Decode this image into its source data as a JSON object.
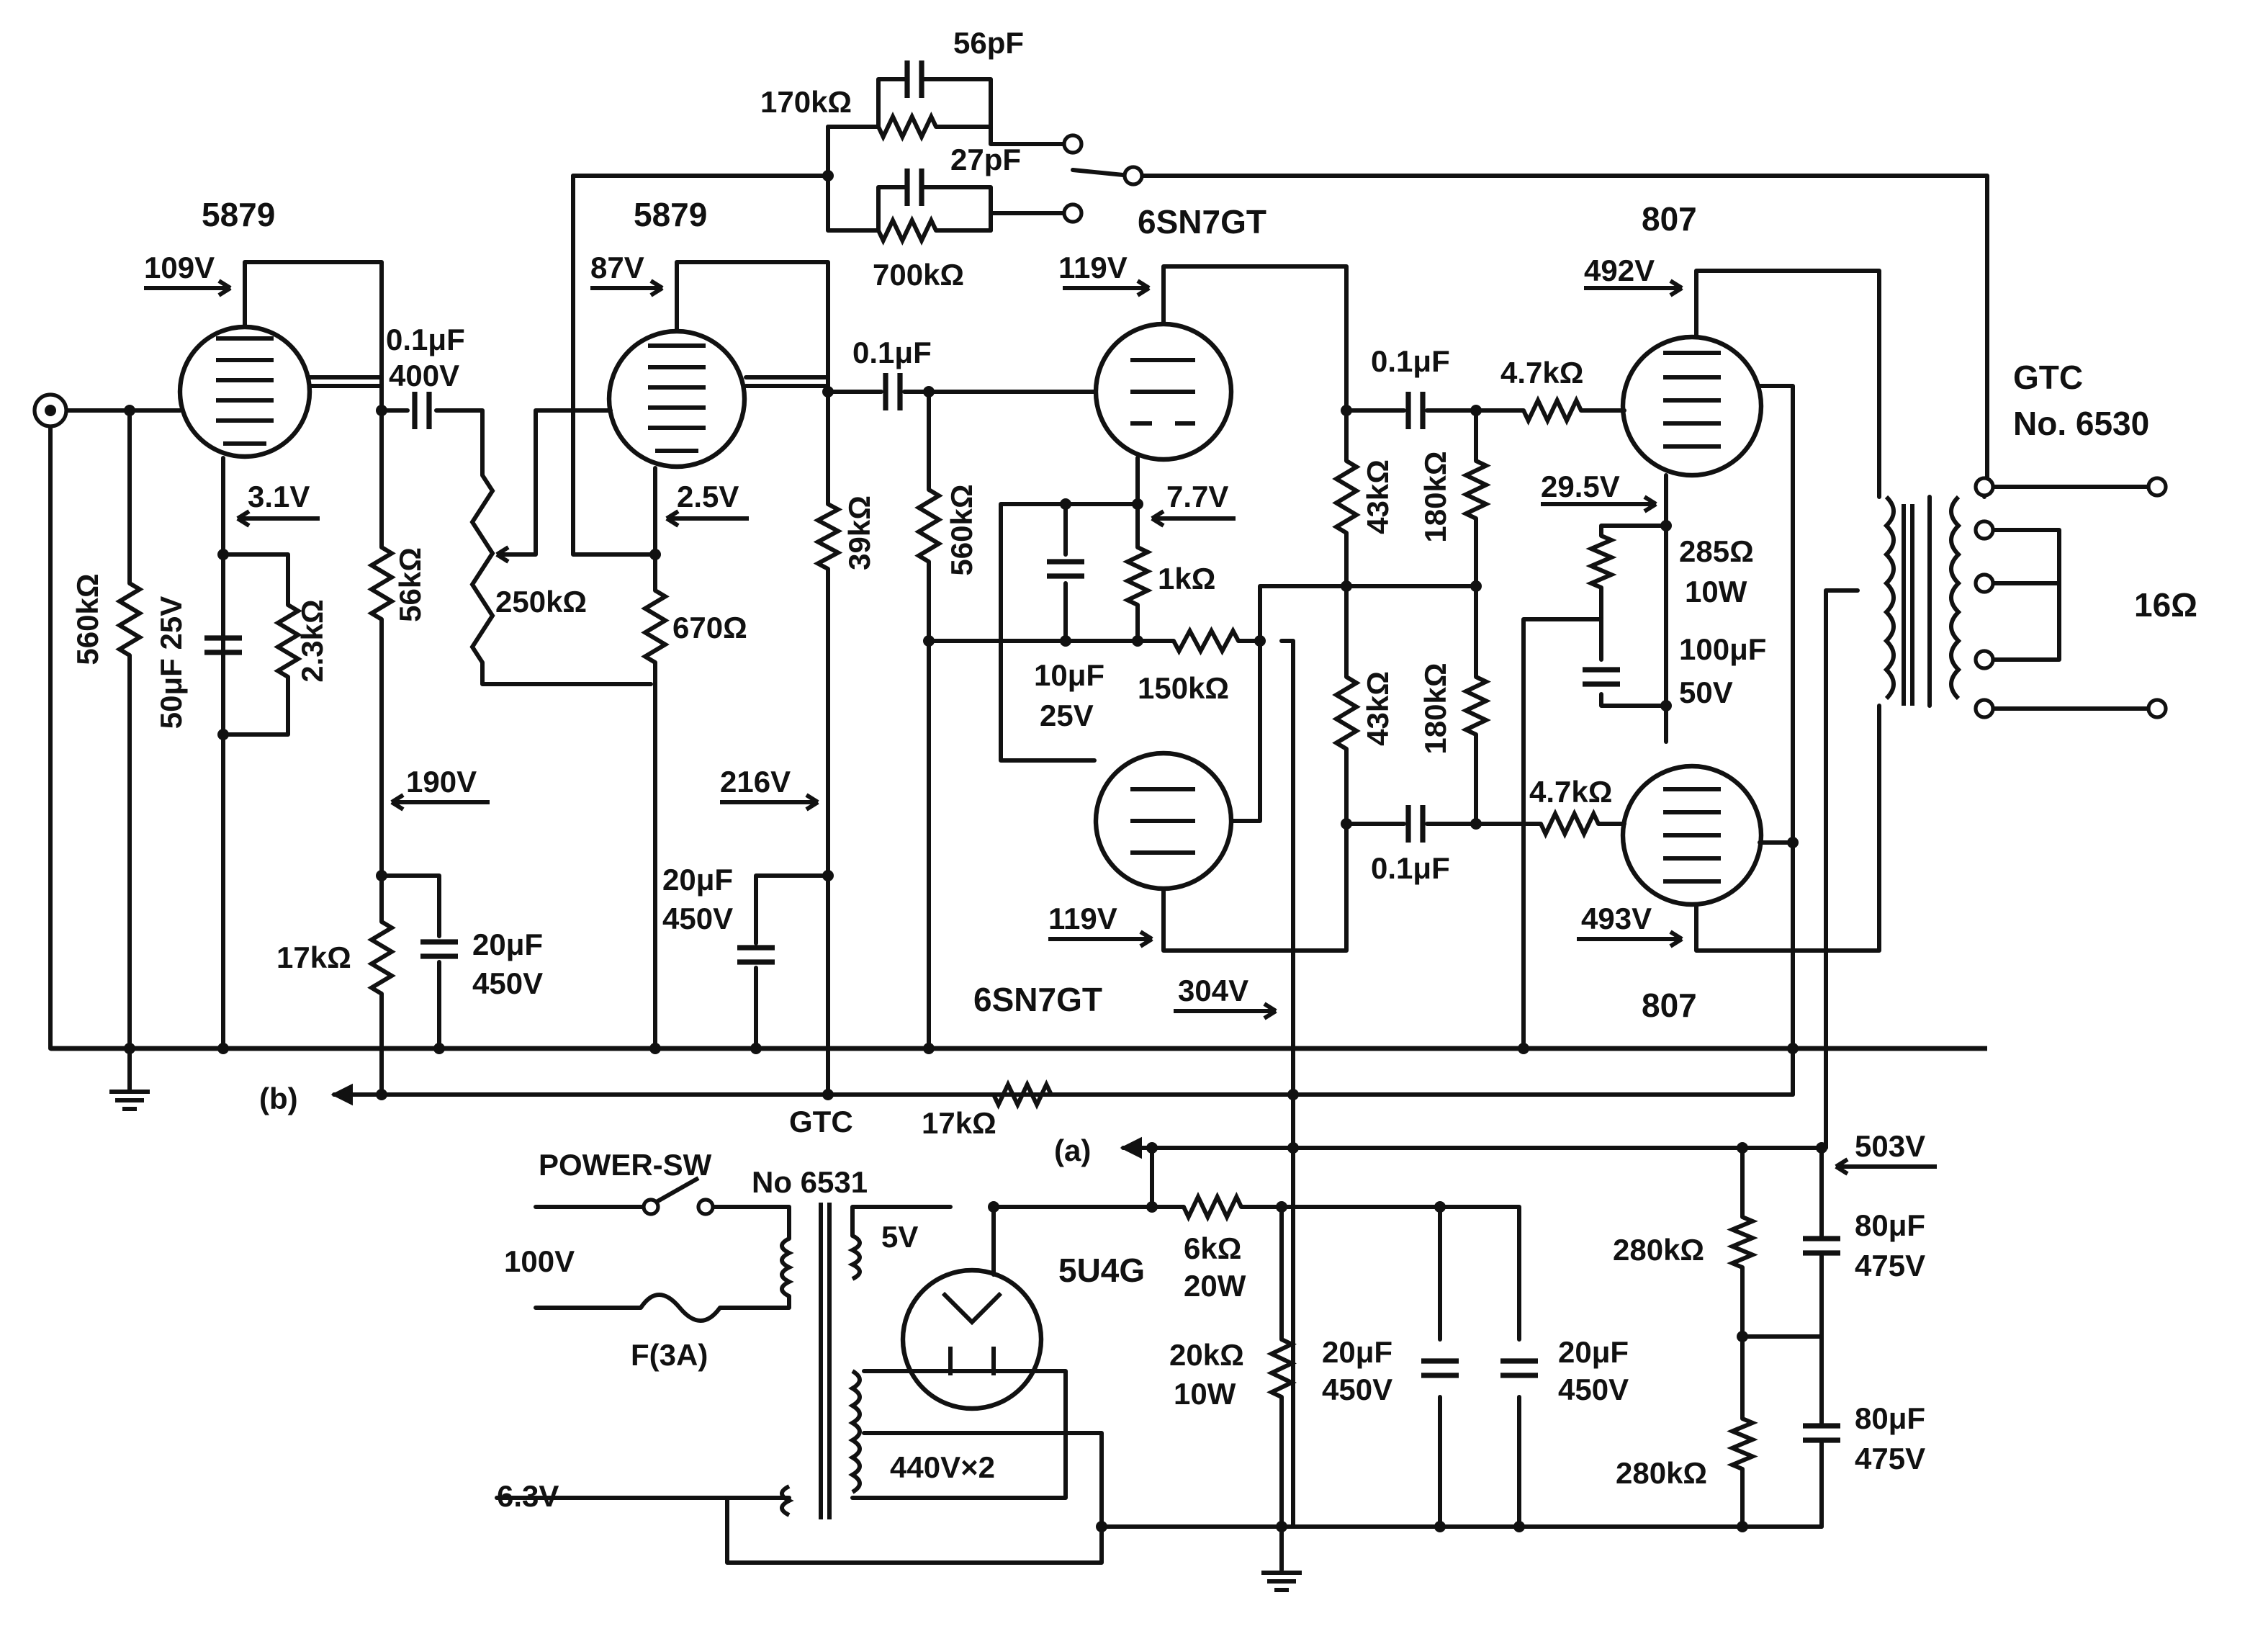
{
  "labels": {
    "tube_v1": "5879",
    "tube_v2": "5879",
    "tube_v3": "6SN7GT",
    "tube_v4": "6SN7GT",
    "tube_v5": "807",
    "tube_v6": "807",
    "tube_rect": "5U4G",
    "v_109": "109V",
    "v_87": "87V",
    "v_119a": "119V",
    "v_492": "492V",
    "v_31": "3.1V",
    "v_25": "2.5V",
    "v_77": "7.7V",
    "v_295": "29.5V",
    "v_190": "190V",
    "v_216": "216V",
    "v_119b": "119V",
    "v_493": "493V",
    "v_304": "304V",
    "v_503": "503V",
    "c_couple1": "0.1μF",
    "c_couple1_v": "400V",
    "c_couple2": "0.1μF",
    "c_couple3": "0.1μF",
    "c_couple4": "0.1μF",
    "c_fb1": "56pF",
    "c_fb2": "27pF",
    "c_cath1": "50μF 25V",
    "c_cath3": "10μF",
    "c_cath3_v": "25V",
    "c_cath5": "100μF",
    "c_cath5_v": "50V",
    "c_scr2": "20μF",
    "c_scr2_v": "450V",
    "c_dec1": "20μF",
    "c_dec1_v": "450V",
    "c_ps1": "20μF",
    "c_ps1_v": "450V",
    "c_ps2": "20μF",
    "c_ps2_v": "450V",
    "c_ps3": "80μF",
    "c_ps3_v": "475V",
    "c_ps4": "80μF",
    "c_ps4_v": "475V",
    "r_fb1": "170kΩ",
    "r_fb2": "700kΩ",
    "r_grid1": "560kΩ",
    "r_cath1": "2.3kΩ",
    "r_plate1": "56kΩ",
    "r_dec1": "17kΩ",
    "r_pot": "250kΩ",
    "r_cath2": "670Ω",
    "r_plate2": "39kΩ",
    "r_grid3": "560kΩ",
    "r_cath3": "1kΩ",
    "r_pi": "150kΩ",
    "r_load_top": "43kΩ",
    "r_load_bot": "43kΩ",
    "r_grid_top": "180kΩ",
    "r_grid_bot": "180kΩ",
    "r_stop_top": "4.7kΩ",
    "r_stop_bot": "4.7kΩ",
    "r_cath5": "285Ω",
    "r_cath5_w": "10W",
    "r_b": "17kΩ",
    "r_ps": "6kΩ",
    "r_ps_w": "20W",
    "r_bleed": "20kΩ",
    "r_bleed_w": "10W",
    "r_div1": "280kΩ",
    "r_div2": "280kΩ",
    "ot_brand": "GTC",
    "ot_model": "No. 6530",
    "out_imp": "16Ω",
    "pt_brand": "GTC",
    "pt_model": "No 6531",
    "power_sw": "POWER-SW",
    "mains": "100V",
    "fuse": "F(3A)",
    "fil_5v": "5V",
    "hv_sec": "440V×2",
    "fil_63": "6.3V",
    "node_b": "(b)",
    "node_a": "(a)"
  }
}
